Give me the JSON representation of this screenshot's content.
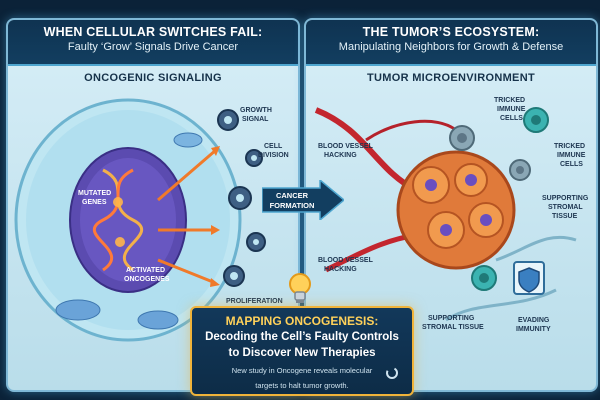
{
  "left_panel": {
    "title": "WHEN CELLULAR SWITCHES FAIL:",
    "subtitle": "Faulty ‘Grow’ Signals Drive Cancer",
    "section": "ONCOGENIC SIGNALING",
    "labels": {
      "growth_signal_1": "GROWTH",
      "growth_signal_2": "SIGNAL",
      "cell_division_1": "CELL",
      "cell_division_2": "DIVISION",
      "mutated_genes_1": "MUTATED",
      "mutated_genes_2": "GENES",
      "activated_oncogenes_1": "ACTIVATED",
      "activated_oncogenes_2": "ONCOGENES",
      "proliferation": "PROLIFERATION"
    }
  },
  "center": {
    "formation_1": "CANCER",
    "formation_2": "FORMATION"
  },
  "right_panel": {
    "title": "THE TUMOR’S ECOSYSTEM:",
    "subtitle": "Manipulating Neighbors for Growth & Defense",
    "section": "TUMOR MICROENVIRONMENT",
    "labels": {
      "tricked_immune_top_1": "TRICKED",
      "tricked_immune_top_2": "IMMUNE",
      "tricked_immune_top_3": "CELLS",
      "tricked_immune_right_1": "TRICKED",
      "tricked_immune_right_2": "IMMUNE",
      "tricked_immune_right_3": "CELLS",
      "blood_vessel_top_1": "BLOOD VESSEL",
      "blood_vessel_top_2": "HACKING",
      "supporting_stromal_right_1": "SUPPORTING",
      "supporting_stromal_right_2": "STROMAL",
      "supporting_stromal_right_3": "TISSUE",
      "blood_vessel_bottom_1": "BLOOD VESSEL",
      "blood_vessel_bottom_2": "HACKING",
      "supporting_stromal_bottom_1": "SUPPORTING",
      "supporting_stromal_bottom_2": "STROMAL TISSUE",
      "evading_immunity_1": "EVADING",
      "evading_immunity_2": "IMMUNITY"
    }
  },
  "callout": {
    "heading": "MAPPING ONCOGENESIS:",
    "line1": "Decoding the Cell’s Faulty Controls",
    "line2": "to Discover New Therapies",
    "note1": "New study in Oncogene reveals molecular",
    "note2": "targets to halt tumor growth."
  },
  "colors": {
    "accent": "#f0b33a",
    "frame": "#7fb8d6",
    "tumor": "#e07a3a",
    "nucleus": "#5b4bb0"
  },
  "icons": [
    "lightbulb-icon",
    "shield-icon",
    "gear-icon",
    "loading-ring-icon"
  ]
}
